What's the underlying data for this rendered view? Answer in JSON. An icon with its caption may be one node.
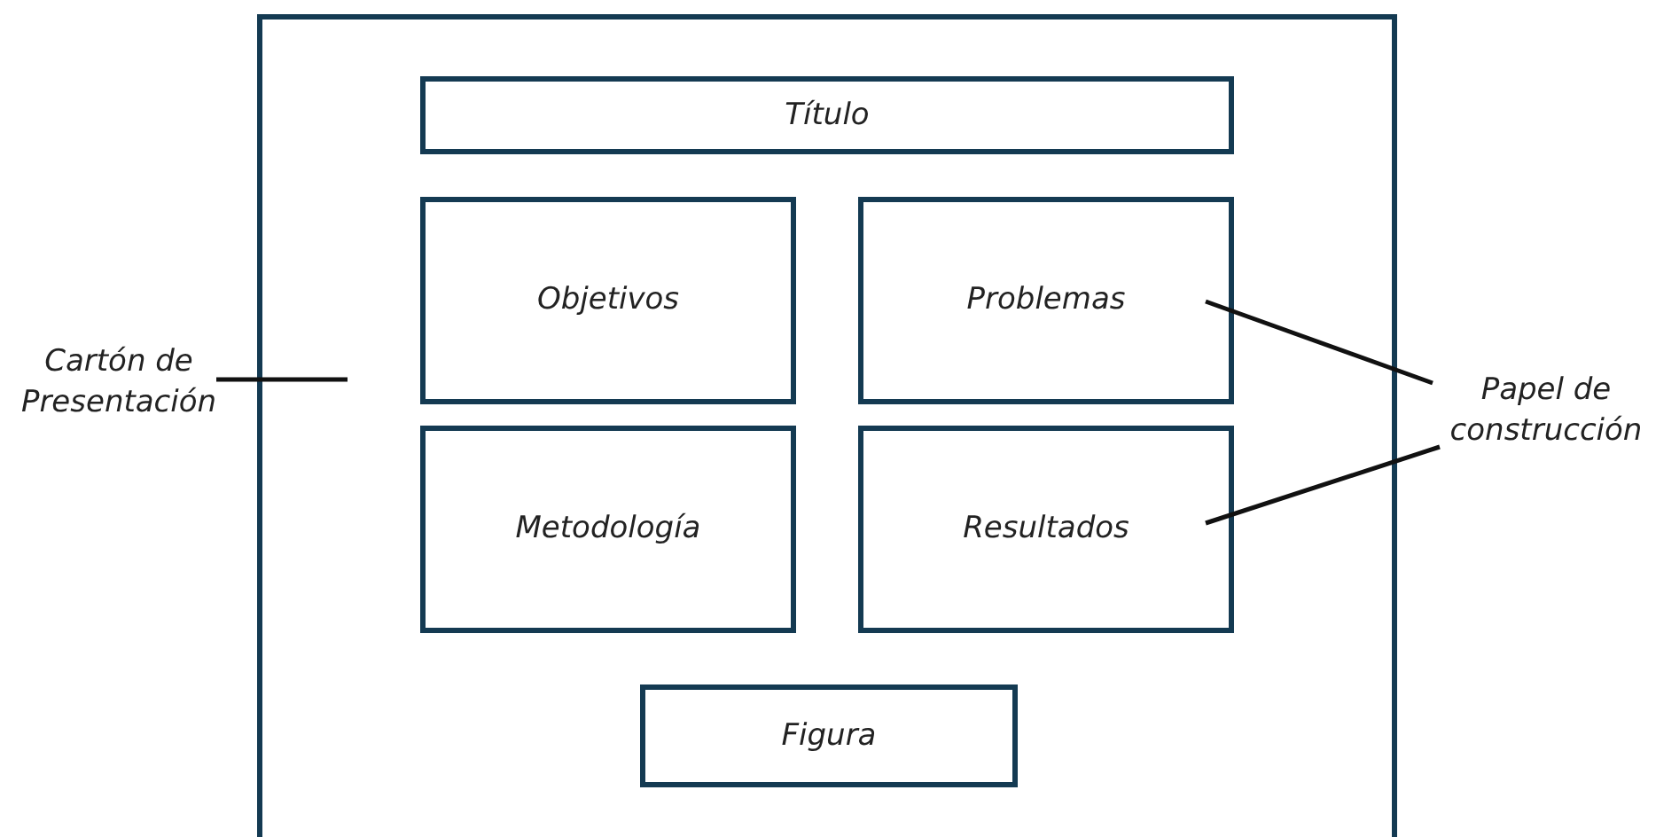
{
  "diagram": {
    "nodes": [
      {
        "text": [
          "Cartón de Presentación"
        ]
      },
      {
        "text": [],
        "shape": "box"
      },
      {
        "text": [
          "Título"
        ],
        "in": 1
      },
      {
        "text": [
          "Objetivos"
        ],
        "in": 1
      },
      {
        "text": [
          "Problemas"
        ],
        "in": 1
      },
      {
        "text": [
          "Metodología"
        ],
        "in": 1
      },
      {
        "text": [
          "Resultados"
        ],
        "in": 1
      },
      {
        "text": [
          "Figura"
        ],
        "in": 1
      },
      {
        "text": [
          "Papel de construcción"
        ]
      }
    ],
    "edges": [
      {
        "from": 0,
        "to": 1,
        "arrow": "none"
      },
      {
        "from": 8,
        "to": 4,
        "arrow": "none"
      },
      {
        "from": 8,
        "to": 6,
        "arrow": "none"
      }
    ]
  }
}
